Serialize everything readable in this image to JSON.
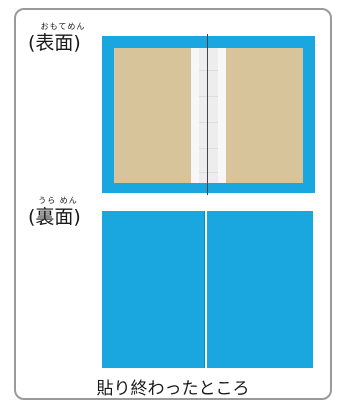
{
  "front": {
    "ruby": "おもてめん",
    "label": "(表面)"
  },
  "back": {
    "ruby": "うら めん",
    "label": "(裏面)"
  },
  "caption": "貼り終わったところ",
  "colors": {
    "cover_blue": "#1aa7e0",
    "paper_tan": "#d8c49a",
    "spine_white": "#f5f5f5",
    "border_gray": "#9a9a9a",
    "text": "#1a1a1a"
  }
}
